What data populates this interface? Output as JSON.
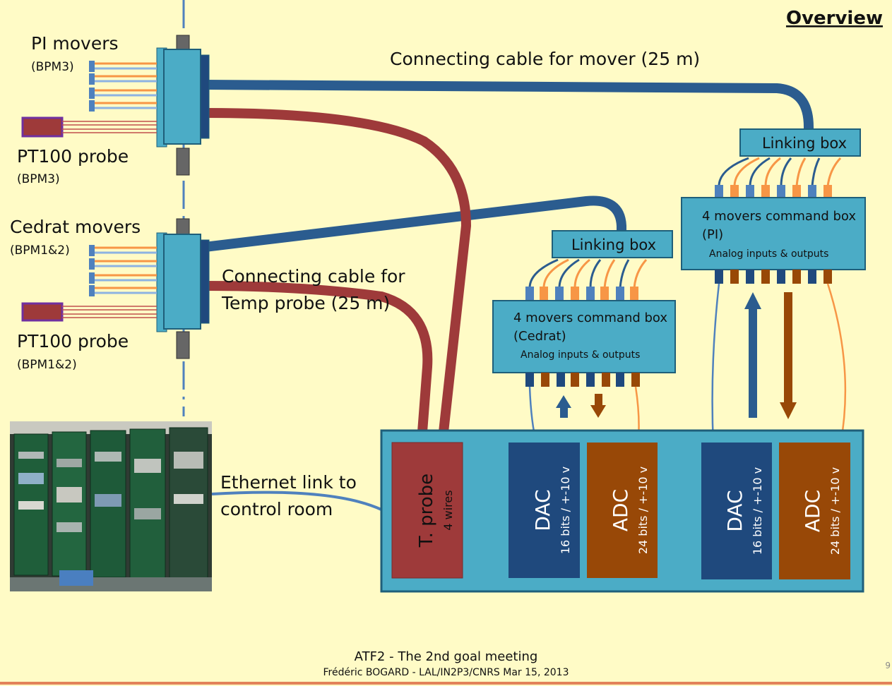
{
  "slide": {
    "title": "Overview",
    "page_number": "9",
    "footer_line1": "ATF2 - The 2nd goal meeting",
    "footer_line2": "Frédéric BOGARD - LAL/IN2P3/CNRS Mar 15, 2013"
  },
  "labels": {
    "pi_movers": "PI movers",
    "pi_movers_sub": "(BPM3)",
    "pt100_top": "PT100 probe",
    "pt100_top_sub": "(BPM3)",
    "cedrat_movers": "Cedrat movers",
    "cedrat_movers_sub": "(BPM1&2)",
    "pt100_bottom": "PT100 probe",
    "pt100_bottom_sub": "(BPM1&2)",
    "mover_cable": "Connecting cable for mover (25 m)",
    "temp_cable_line1": "Connecting cable for",
    "temp_cable_line2": "Temp probe (25 m)",
    "ethernet_line1": "Ethernet link to",
    "ethernet_line2": "control room"
  },
  "boxes": {
    "linking_box_left": "Linking box",
    "linking_box_right": "Linking box",
    "cmd_cedrat_line1": "4 movers command box",
    "cmd_cedrat_line2": "(Cedrat)",
    "cmd_cedrat_line3": "Analog inputs & outputs",
    "cmd_pi_line1": "4 movers command box",
    "cmd_pi_line2": "(PI)",
    "cmd_pi_line3": "Analog inputs & outputs"
  },
  "modules": {
    "tprobe_title": "T. probe",
    "tprobe_sub": "4 wires",
    "dac1_title": "DAC",
    "dac1_sub": "16 bits / +-10 v",
    "adc1_title": "ADC",
    "adc1_sub": "24 bits / +-10 v",
    "dac2_title": "DAC",
    "dac2_sub": "16 bits / +-10 v",
    "adc2_title": "ADC",
    "adc2_sub": "24 bits / +-10 v"
  },
  "colors": {
    "background": "#FFFBC6",
    "box_fill": "#4BACC6",
    "box_stroke": "#1F5F7A",
    "mover_cable": "#2B5C8F",
    "temp_cable": "#9E3A3A",
    "dac": "#1F497D",
    "adc": "#984807",
    "wire_orange": "#F79646",
    "wire_blue": "#4F81BD",
    "footer_rule": "#E2835A"
  },
  "photo": {
    "subject": "server-rack-photo"
  }
}
